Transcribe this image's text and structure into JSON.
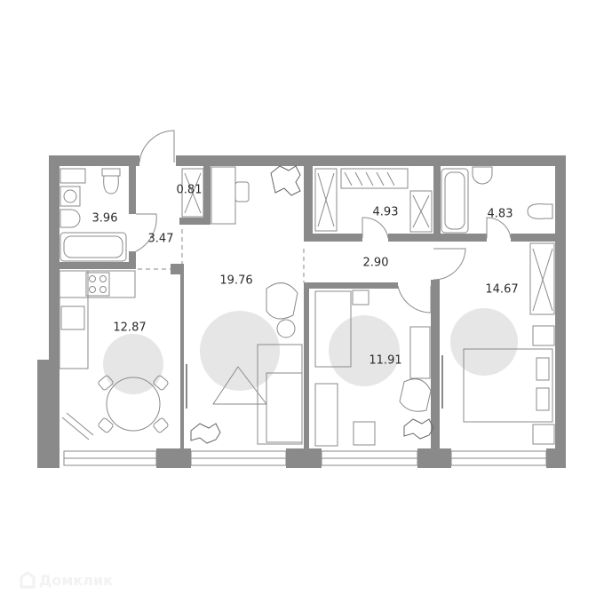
{
  "colors": {
    "wall": "#8a8a8a",
    "furniture": "#9a9a9a",
    "zone": "#e6e6e6"
  },
  "rooms": [
    {
      "id": "bathroom-1",
      "area": "3.96"
    },
    {
      "id": "hallway",
      "area": "3.47"
    },
    {
      "id": "wardrobe-small",
      "area": "0.81"
    },
    {
      "id": "living-room",
      "area": "19.76"
    },
    {
      "id": "kitchen",
      "area": "12.87"
    },
    {
      "id": "wardrobe",
      "area": "4.93"
    },
    {
      "id": "bathroom-2",
      "area": "4.83"
    },
    {
      "id": "corridor",
      "area": "2.90"
    },
    {
      "id": "bedroom-1",
      "area": "11.91"
    },
    {
      "id": "bedroom-2",
      "area": "14.67"
    }
  ],
  "watermark": {
    "text": "Домклик"
  }
}
